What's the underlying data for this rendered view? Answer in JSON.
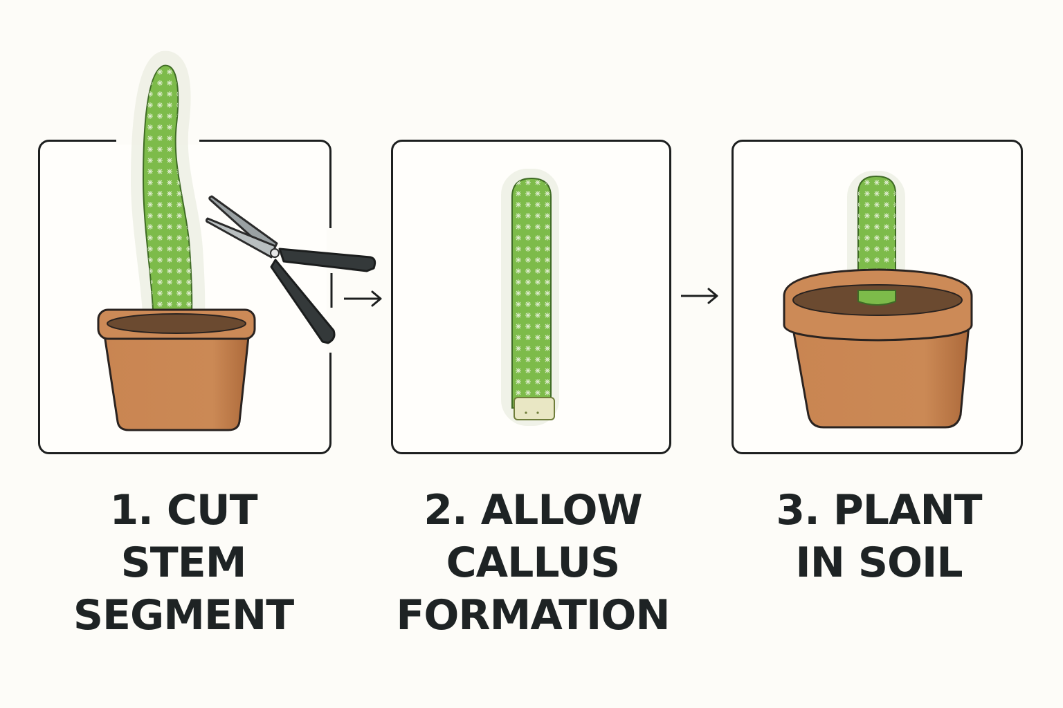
{
  "steps": [
    {
      "lines": [
        "1. CUT",
        "STEM SEGMENT"
      ],
      "illustration": "cactus-in-pot-with-pruning-shears-icon"
    },
    {
      "lines": [
        "2. ALLOW",
        "CALLUS",
        "FORMATION"
      ],
      "illustration": "cactus-cutting-with-callused-end-icon"
    },
    {
      "lines": [
        "3. PLANT",
        "IN SOIL"
      ],
      "illustration": "cactus-cutting-planted-in-pot-icon"
    }
  ],
  "connector_icon": "arrow-right-icon",
  "colors": {
    "background": "#fdfcf8",
    "panel_border": "#1d1f1f",
    "cactus": "#7dbb4a",
    "cactus_dark": "#5f9b36",
    "pot": "#c98552",
    "pot_shadow": "#b06c3d",
    "soil": "#6b4a30",
    "callus": "#e9e7c4",
    "shears_blade": "#9aa1a3",
    "shears_handle": "#34393a",
    "text": "#1e2324"
  }
}
